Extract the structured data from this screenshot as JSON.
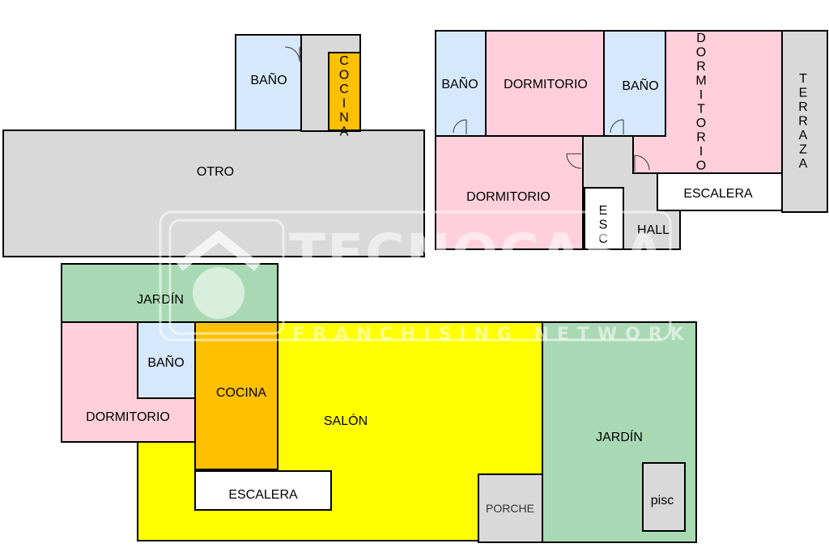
{
  "colors": {
    "bath": "#d6e8fb",
    "bedroom": "#ffd0dc",
    "kitchen": "#ffc000",
    "other": "#d9d9d9",
    "garden": "#a9d9b4",
    "living": "#ffff00",
    "stairs": "#ffffff",
    "outline": "#000000"
  },
  "labels": {
    "bano": "BAÑO",
    "cocina": "COCINA",
    "otro": "OTRO",
    "dormitorio": "DORMITORIO",
    "terraza": "TERRAZA",
    "escalera": "ESCALERA",
    "esc": "ESC",
    "hall": "HALL",
    "jardin": "JARDÍN",
    "salon": "SALÓN",
    "porche": "PORCHE",
    "pisc": "pisc"
  },
  "watermark": {
    "brand": "TECNOCASA",
    "tagline": "FRANCHISING NETWORK"
  }
}
